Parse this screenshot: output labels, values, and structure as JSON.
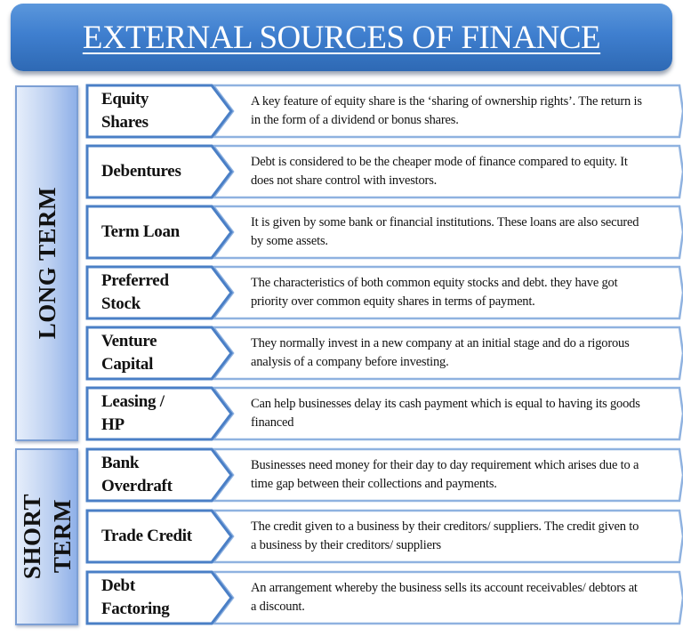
{
  "title": "EXTERNAL SOURCES OF FINANCE",
  "groups": [
    {
      "label": "LONG TERM"
    },
    {
      "label": "SHORT\nTERM"
    }
  ],
  "colors": {
    "title_bg": "#3f7fcf",
    "name_border": "#4a7fc6",
    "desc_border": "#8fb2e0",
    "group_bg": "#bcd0f1"
  },
  "sources": [
    {
      "name": "Equity\nShares",
      "description": "A key feature of equity share is the ‘sharing of ownership rights’. The return is in the form of a dividend or bonus shares.",
      "term": "LONG TERM"
    },
    {
      "name": "Debentures",
      "description": "Debt is considered to be the cheaper mode of finance compared to equity. It does not share control with investors.",
      "term": "LONG TERM"
    },
    {
      "name": "Term Loan",
      "description": "It is given by some bank or financial institutions. These loans are also secured by some assets.",
      "term": "LONG TERM"
    },
    {
      "name": "Preferred\nStock",
      "description": "The characteristics of both common equity stocks and debt. they have got priority over common equity shares in terms of payment.",
      "term": "LONG TERM"
    },
    {
      "name": "Venture\nCapital",
      "description": "They normally invest in a new company at an initial stage and do a rigorous analysis of a company before investing.",
      "term": "LONG TERM"
    },
    {
      "name": "Leasing /\nHP",
      "description": "Can help businesses delay its cash payment which is equal to having its goods financed",
      "term": "LONG TERM"
    },
    {
      "name": "Bank\nOverdraft",
      "description": "Businesses need money for their day to day requirement which arises due to a time gap between their collections and payments.",
      "term": "SHORT TERM"
    },
    {
      "name": "Trade Credit",
      "description": "The credit given to a business by their creditors/ suppliers. The credit given to a business by their creditors/ suppliers",
      "term": "SHORT TERM"
    },
    {
      "name": "Debt\nFactoring",
      "description": "An arrangement whereby the business sells its account receivables/ debtors at a discount.",
      "term": "SHORT TERM"
    }
  ]
}
